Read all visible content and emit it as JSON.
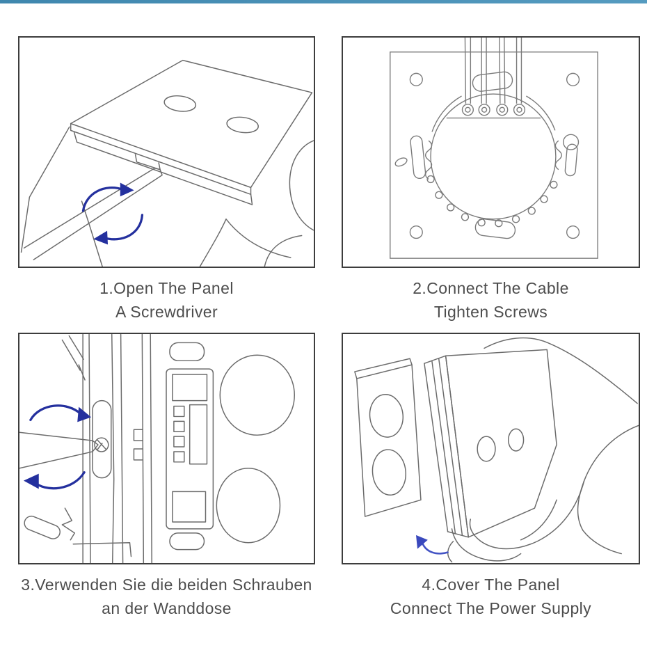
{
  "page": {
    "background": "#ffffff",
    "accent_bar_color": "#4b92b8"
  },
  "colors": {
    "top_bar": "#4b92b8",
    "line_art": "#6b6b6b",
    "panel_border": "#3d3d3d",
    "caption_text": "#4d4d4d",
    "arrow_blue": "#24309e",
    "arrow_blue_light": "#4353c4"
  },
  "steps": [
    {
      "number": "1",
      "caption_line1": "1.Open The Panel",
      "caption_line2": "A Screwdriver",
      "illustration": "screwdriver-prying-open-touch-panel"
    },
    {
      "number": "2",
      "caption_line1": "2.Connect The Cable",
      "caption_line2": "Tighten Screws",
      "illustration": "mounting-plate-back-wires-terminal-screws"
    },
    {
      "number": "3",
      "caption_line1": "3.Verwenden Sie die beiden Schrauben",
      "caption_line2": "an der Wanddose",
      "illustration": "screwdriver-tightening-screws-in-wall-box-side-view"
    },
    {
      "number": "4",
      "caption_line1": "4.Cover The Panel",
      "caption_line2": "Connect The Power Supply",
      "illustration": "hand-placing-glass-cover-panel-on-wall-switch"
    }
  ]
}
